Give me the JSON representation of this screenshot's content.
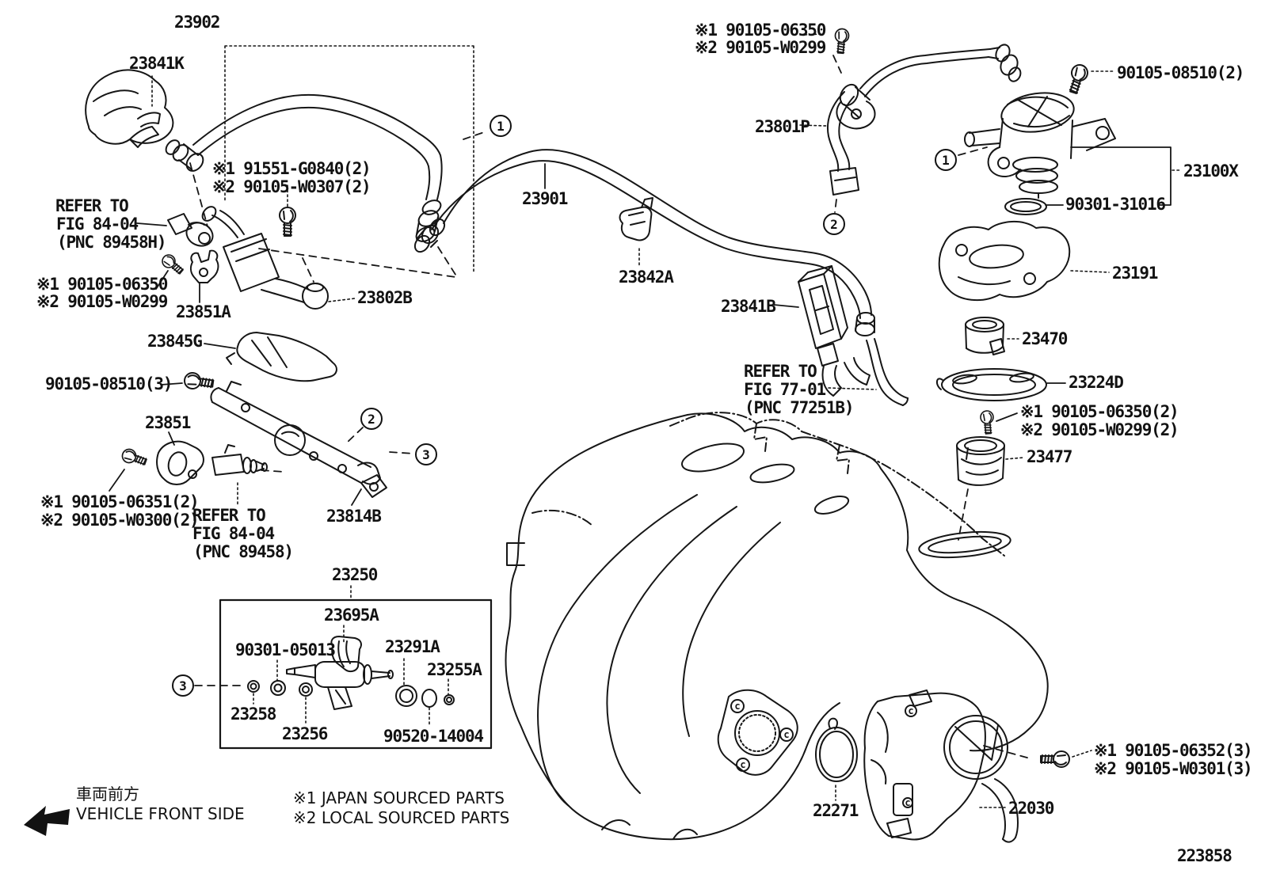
{
  "figure": {
    "doc_number": "223858"
  },
  "legend": {
    "front_jp": "車両前方",
    "front_en": "VEHICLE FRONT SIDE",
    "note1": "※1  JAPAN SOURCED PARTS",
    "note2": "※2  LOCAL SOURCED PARTS"
  },
  "callouts": {
    "c1": "1",
    "c2": "2",
    "c3": "3"
  },
  "marks": {
    "hole": "c"
  },
  "labels": {
    "k23902": "23902",
    "k23841K": "23841K",
    "n91551_1": "※1 91551-G0840(2)",
    "n91551_2": "※2 90105-W0307(2)",
    "refA1": "REFER TO",
    "refA2": "FIG 84-04",
    "refA3": "(PNC 89458H)",
    "n06350L1": "※1 90105-06350",
    "n06350L2": "※2 90105-W0299",
    "k23851A": "23851A",
    "k23802B": "23802B",
    "k23845G": "23845G",
    "k90105_08510_3": "90105-08510(3)",
    "k23851": "23851",
    "n06351_1": "※1 90105-06351(2)",
    "n06351_2": "※2 90105-W0300(2)",
    "refB1": "REFER TO",
    "refB2": "FIG 84-04",
    "refB3": "(PNC 89458)",
    "k23814B": "23814B",
    "k23250": "23250",
    "k23695A": "23695A",
    "k90301_05013": "90301-05013",
    "k23291A": "23291A",
    "k23255A": "23255A",
    "k23258": "23258",
    "k23256": "23256",
    "k90520_14004": "90520-14004",
    "k23901": "23901",
    "k23842A": "23842A",
    "k23841B": "23841B",
    "refC1": "REFER TO",
    "refC2": "FIG 77-01",
    "refC3": "(PNC 77251B)",
    "n06350T1": "※1 90105-06350",
    "n06350T2": "※2 90105-W0299",
    "k23801P": "23801P",
    "k90105_08510_2": "90105-08510(2)",
    "k23100X": "23100X",
    "k90301_31016": "90301-31016",
    "k23191": "23191",
    "k23470": "23470",
    "k23224D": "23224D",
    "n06350R1": "※1 90105-06350(2)",
    "n06350R2": "※2 90105-W0299(2)",
    "k23477": "23477",
    "n06352_1": "※1 90105-06352(3)",
    "n06352_2": "※2 90105-W0301(3)",
    "k22271": "22271",
    "k22030": "22030"
  }
}
